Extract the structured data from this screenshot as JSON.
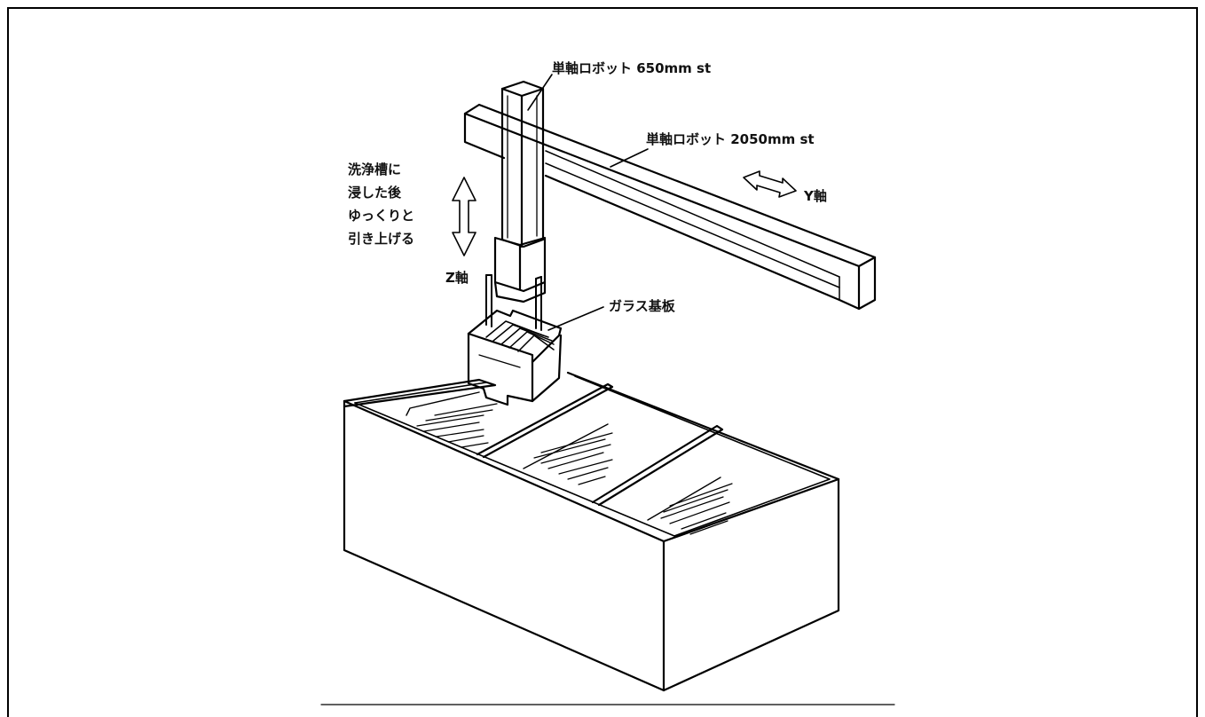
{
  "labels": {
    "z_robot": "単軸ロボット 650mm st",
    "y_robot": "単軸ロボット 2050mm st",
    "y_axis": "Y軸",
    "z_axis": "Z軸",
    "glass": "ガラス基板",
    "process_lines": [
      "洗浄槽に",
      "浸した後",
      "ゆっくりと",
      "引き上げる"
    ]
  },
  "colors": {
    "line": "#000000",
    "background": "#ffffff"
  }
}
